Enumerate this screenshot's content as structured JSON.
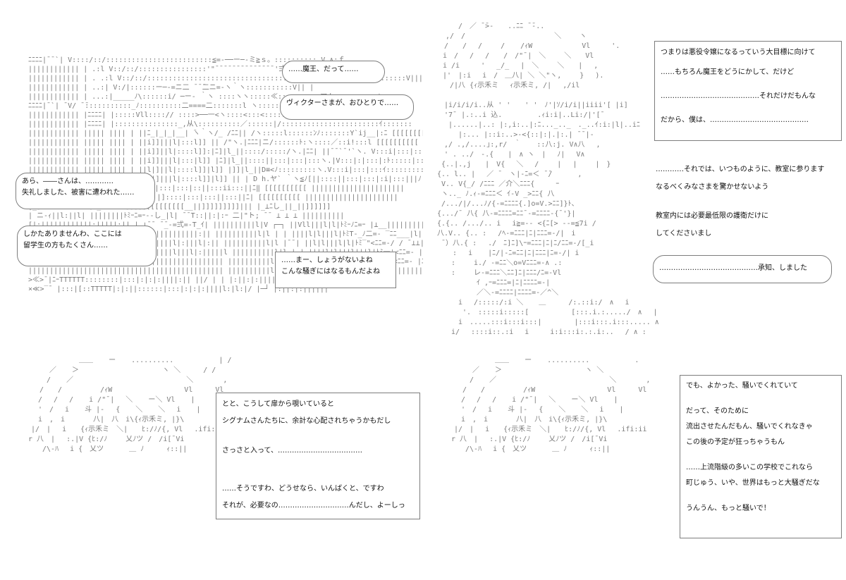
{
  "colors": {
    "line": "#7d7d7d",
    "text": "#111111",
    "background": "#ffffff"
  },
  "panels": [
    {
      "id": "top-left",
      "bubbles": [
        {
          "id": "b1",
          "lines": [
            "……魔王、だって……"
          ]
        },
        {
          "id": "b2",
          "lines": [
            "ヴィクターさまが、おひとりで……"
          ]
        },
        {
          "id": "b3",
          "lines": [
            "あら、――さんは、…………",
            "失礼しました、被害に遭われた……"
          ]
        },
        {
          "id": "b4",
          "lines": [
            "しかたありませんわ、ここには",
            "留学生の方もたくさん……"
          ]
        },
        {
          "id": "b5",
          "lines": [
            "……まー、しょうがないよね",
            "こんな騒ぎにはなるもんだよね"
          ]
        }
      ]
    },
    {
      "id": "top-right",
      "bubbles": [
        {
          "id": "b1",
          "lines": [
            "つまりは悪役令嬢になるっていう大目標に向けて",
            "……もちろん魔王をどうにかして、だけど",
            "……………………………………それだけだもんな",
            "だから、僕は、……………………………………"
          ]
        },
        {
          "id": "b2",
          "lines": [
            "…………それでは、いつものように、教室に参ります",
            "なるべくみなさまを驚かせないよう",
            "教室内には必要最低限の護衛だけに",
            "してくださいまし"
          ]
        },
        {
          "id": "b3",
          "lines": [
            "……………………………………承知、しました"
          ]
        }
      ]
    },
    {
      "id": "bottom-left",
      "bubbles": [
        {
          "id": "b1",
          "lines": [
            "とと、こうして扉から覗いていると",
            "シグナムさんたちに、余計な心配されちゃうかもだし",
            "さっさと入って、………………………………",
            "……そうですわ、どうせなら、いんばくと、ですわ",
            "それが、必要なの…………………………んだし、よーしっ"
          ]
        }
      ]
    },
    {
      "id": "bottom-right",
      "bubbles": [
        {
          "id": "b1",
          "lines": [
            "でも、よかった、騒いでくれていて",
            "だって、そのために",
            "流出させたんだもん、騒いでくれなきゃ",
            "この後の予定が狂っちゃうもん",
            "……上流階級の多いこの学校でこれなら",
            "町じゅう、いや、世界はもっと大騒ぎだな",
            "うんうん、もっと騒いで！"
          ]
        }
      ]
    }
  ]
}
